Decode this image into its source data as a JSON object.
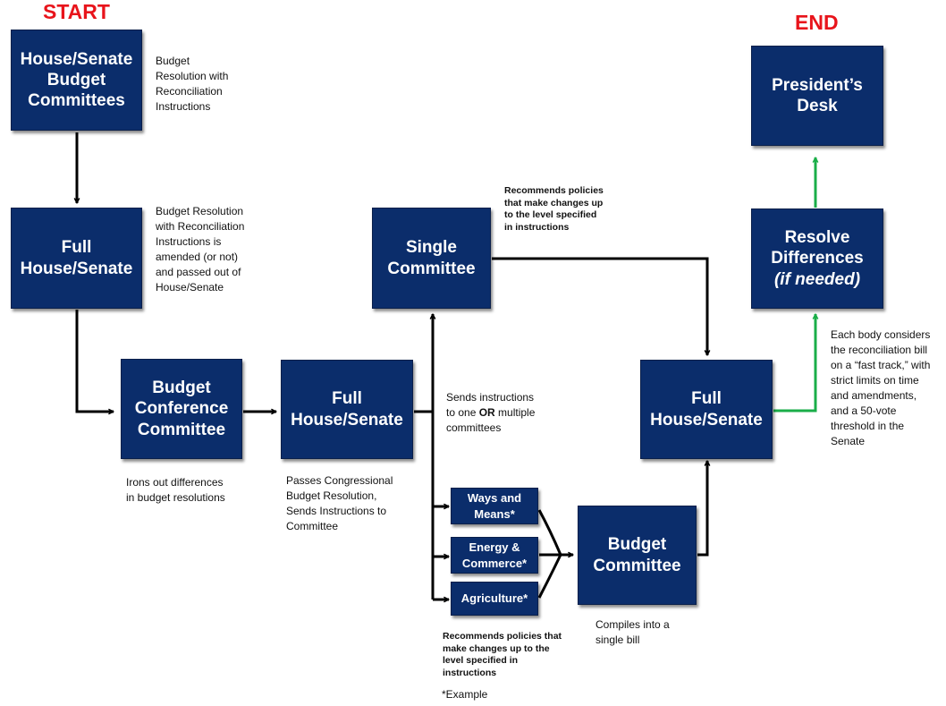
{
  "labels": {
    "start": "START",
    "end": "END"
  },
  "boxes": {
    "budget_committees": [
      "House/Senate",
      "Budget",
      "Committees"
    ],
    "full_house_senate_1": [
      "Full",
      "House/Senate"
    ],
    "budget_conference_committee": [
      "Budget",
      "Conference",
      "Committee"
    ],
    "full_house_senate_2": [
      "Full",
      "House/Senate"
    ],
    "single_committee": [
      "Single",
      "Committee"
    ],
    "ways_and_means": [
      "Ways and",
      "Means*"
    ],
    "energy_commerce": [
      "Energy &",
      "Commerce*"
    ],
    "agriculture": [
      "Agriculture*"
    ],
    "budget_committee": [
      "Budget",
      "Committee"
    ],
    "full_house_senate_3": [
      "Full",
      "House/Senate"
    ],
    "resolve_differences": [
      "Resolve",
      "Differences"
    ],
    "resolve_differences_note": "(if needed)",
    "presidents_desk": [
      "President’s",
      "Desk"
    ]
  },
  "notes": {
    "budget_resolution": [
      "Budget",
      "Resolution with",
      "Reconciliation",
      "Instructions"
    ],
    "amended": [
      "Budget Resolution",
      "with Reconciliation",
      "Instructions is",
      "amended (or not)",
      "and passed out of",
      "House/Senate"
    ],
    "irons_out": [
      "Irons out differences",
      "in budget resolutions"
    ],
    "passes": [
      "Passes Congressional",
      "Budget Resolution,",
      "Sends Instructions to",
      "Committee"
    ],
    "sends_instructions": {
      "line1": "Sends instructions",
      "line2_before": "to one ",
      "line2_bold": "OR",
      "line2_after": " multiple",
      "line3": "committees"
    },
    "recommends_top": [
      "Recommends policies",
      "that make changes up",
      "to the level specified",
      "in instructions"
    ],
    "recommends_bottom": [
      "Recommends policies that",
      "make changes up to the",
      "level specified in",
      "instructions"
    ],
    "example": "*Example",
    "compiles": [
      "Compiles into a",
      "single bill"
    ],
    "each_body": [
      "Each body considers",
      "the reconciliation bill",
      "on a “fast track,” with",
      "strict limits on time",
      "and amendments,",
      "and a 50-vote",
      "threshold in the",
      "Senate"
    ]
  },
  "colors": {
    "box_fill": "#0b2d6b",
    "box_text": "#ffffff",
    "arrow_black": "#000000",
    "arrow_green": "#1aae48",
    "start_end_red": "#e8141b"
  }
}
